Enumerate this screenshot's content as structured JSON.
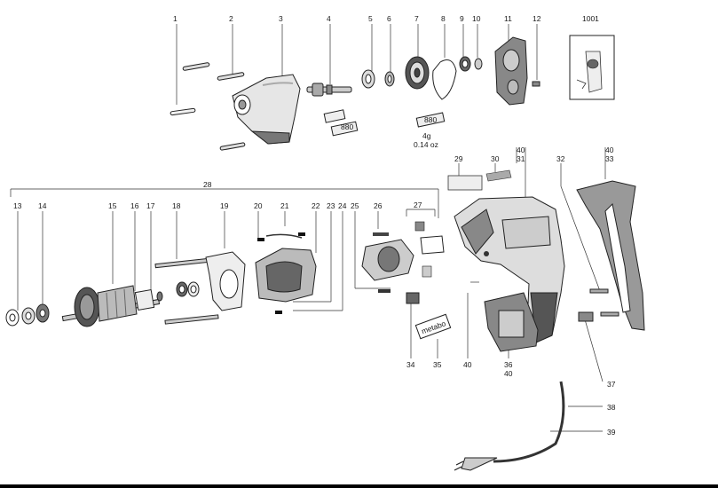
{
  "diagram": {
    "part_numbers": [
      "1",
      "2",
      "3",
      "4",
      "5",
      "6",
      "7",
      "8",
      "9",
      "10",
      "11",
      "12",
      "1001",
      "13",
      "14",
      "15",
      "16",
      "17",
      "18",
      "19",
      "20",
      "21",
      "22",
      "23",
      "24",
      "25",
      "26",
      "27",
      "28",
      "29",
      "30",
      "40",
      "31",
      "40",
      "33",
      "32",
      "34",
      "35",
      "40",
      "36",
      "40",
      "37",
      "38",
      "39"
    ],
    "grease_label_1": "880",
    "grease_label_2": "880",
    "grease_qty_g": "4g",
    "grease_qty_oz": "0.14 oz",
    "brand_label": "metabo"
  }
}
